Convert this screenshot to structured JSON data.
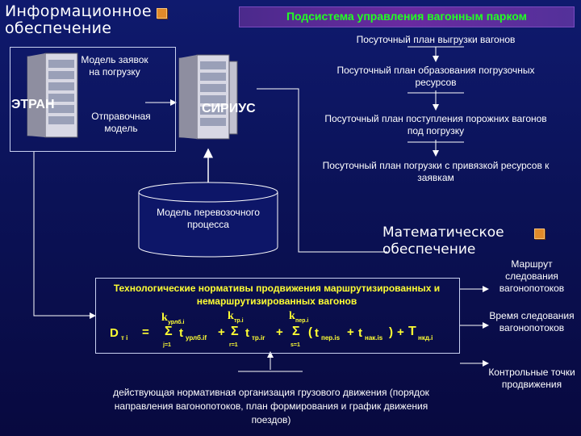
{
  "title_info": "Информационное обеспечение",
  "header": "Подсистема управления вагонным парком",
  "etran": {
    "label": "ЭТРАН",
    "model_requests": "Модель заявок на погрузку",
    "reference_model": "Отправочная модель"
  },
  "sirius": "СИРИУС",
  "transport_model": "Модель перевозочного процесса",
  "plans": [
    "Посуточный план выгрузки вагонов",
    "Посуточный план образования погрузочных ресурсов",
    "Посуточный план поступления порожних вагонов под погрузку",
    "Посуточный план погрузки с привязкой ресурсов к заявкам"
  ],
  "math_title": "Математическое обеспечение",
  "norms_title": "Технологические нормативы продвижения маршрутизированных и немаршрутизированных вагонов",
  "formula": {
    "D": "D",
    "D_sub": "т i",
    "eq": "=",
    "sigma": "Σ",
    "t": "t",
    "k1": "k",
    "k1_sub": "урлб.i",
    "j1": "j=1",
    "t1_sub": "урлб.if",
    "plus": "+",
    "k2": "k",
    "k2_sub": "тр.i",
    "r1": "r=1",
    "t2_sub": "тр.ir",
    "k3": "k",
    "k3_sub": "пер.i",
    "s1": "s=1",
    "open": "(",
    "t3_sub": "пер.is",
    "t4_sub": "нак.is",
    "close": ")",
    "T": "T",
    "T_sub": "нкд.i"
  },
  "bottom_text": "действующая нормативная организация грузового движения (порядок направления вагонопотоков, план формирования и график движения поездов)",
  "side_items": [
    "Маршрут следования вагонопотоков",
    "Время следования вагонопотоков",
    "Контрольные точки продвижения"
  ],
  "colors": {
    "header_text": "#22ff22",
    "bullet": "#e08a2a",
    "formula": "#ffff33",
    "background": "#0b1257"
  }
}
